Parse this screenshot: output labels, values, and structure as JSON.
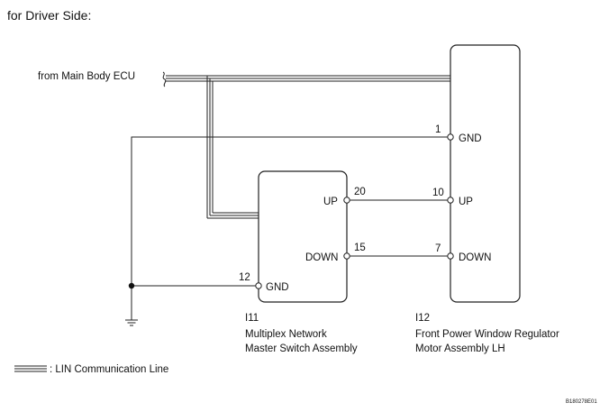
{
  "title": "for Driver Side:",
  "source_label": "from Main Body ECU",
  "components": {
    "switch": {
      "id": "I11",
      "name_line1": "Multiplex Network",
      "name_line2": "Master Switch Assembly",
      "pins": {
        "up": {
          "number": "20",
          "name": "UP"
        },
        "down": {
          "number": "15",
          "name": "DOWN"
        },
        "gnd": {
          "number": "12",
          "name": "GND"
        }
      }
    },
    "motor": {
      "id": "I12",
      "name_line1": "Front Power Window Regulator",
      "name_line2": "Motor Assembly LH",
      "pins": {
        "gnd": {
          "number": "1",
          "name": "GND"
        },
        "up": {
          "number": "10",
          "name": "UP"
        },
        "down": {
          "number": "7",
          "name": "DOWN"
        }
      }
    }
  },
  "legend": {
    "label": ": LIN Communication Line"
  },
  "figure_code": "B180278E01"
}
